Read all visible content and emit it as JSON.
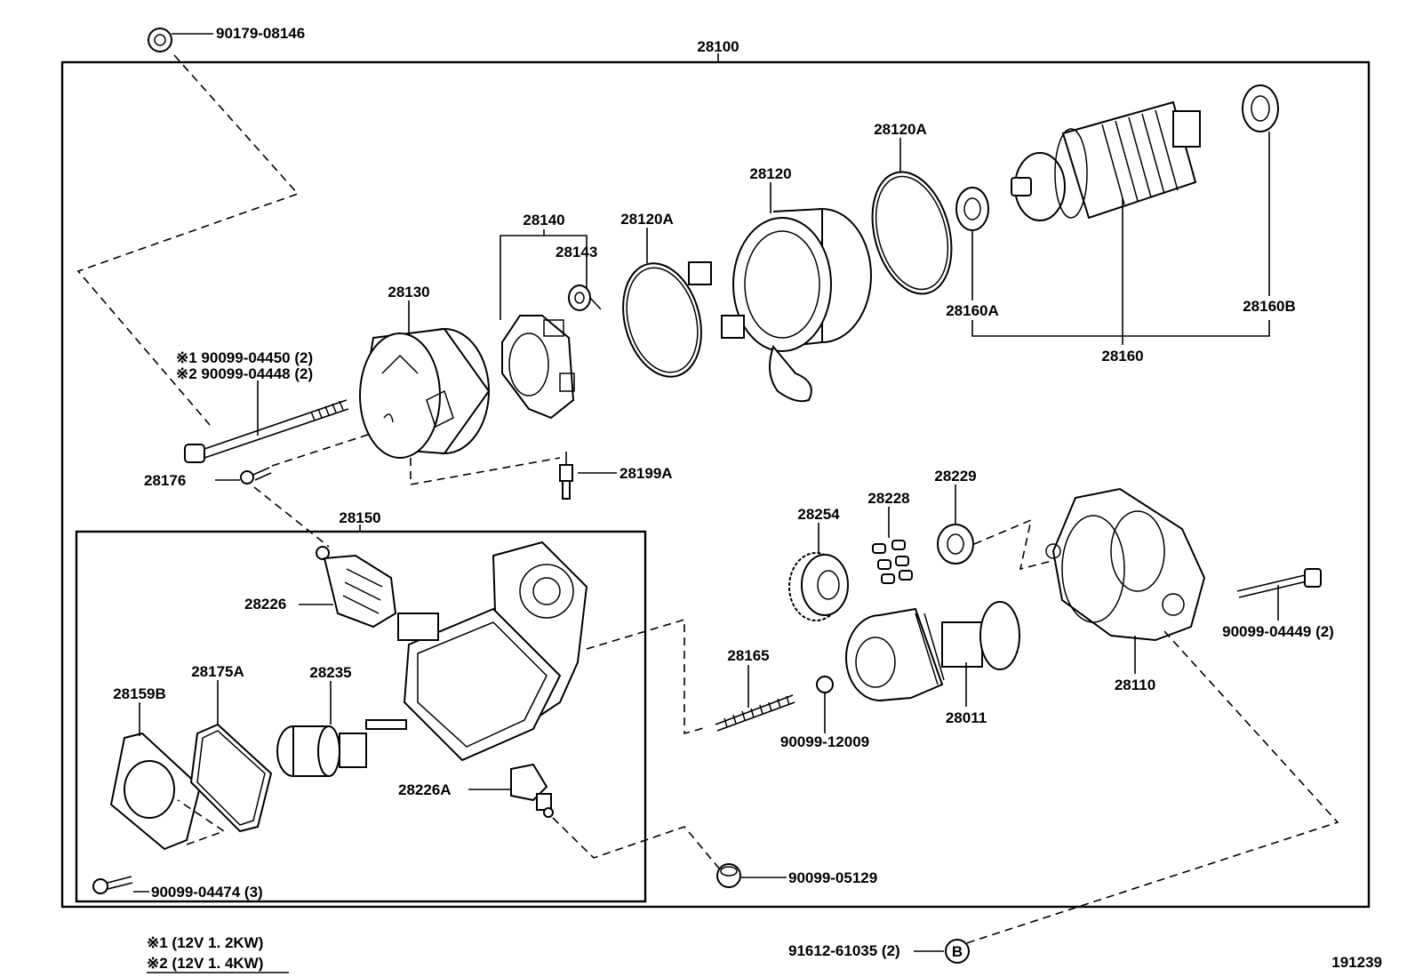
{
  "assembly": {
    "main": "28100",
    "sub": "28150",
    "figure_number": "191239"
  },
  "parts": {
    "nut_top": "90179-08146",
    "through_bolt_1": "※1 90099-04450 (2)",
    "through_bolt_2": "※2 90099-04448 (2)",
    "screw_28176": "28176",
    "end_frame": "28130",
    "brush_holder": "28140",
    "brush_spring": "28143",
    "o_ring_left": "28120A",
    "yoke": "28120",
    "o_ring_right": "28120A",
    "armature": "28160",
    "bearing_a": "28160A",
    "bearing_b": "28160B",
    "terminal": "28199A",
    "terminal_kit": "28226",
    "terminal_kit_a": "28226A",
    "cover": "28159B",
    "gasket": "28175A",
    "plunger": "28235",
    "idler_gear": "28254",
    "roller": "28228",
    "retainer": "28229",
    "spring": "28165",
    "ball": "90099-12009",
    "clutch": "28011",
    "housing": "28110",
    "bolt_right": "90099-04449 (2)",
    "screw_cover": "90099-04474 (3)",
    "nut_bottom": "90099-05129",
    "bolt_b": "91612-61035 (2)",
    "ref_b": "B"
  },
  "notes": {
    "note1": "※1 (12V  1. 2KW)",
    "note2": "※2 (12V  1. 4KW)"
  }
}
